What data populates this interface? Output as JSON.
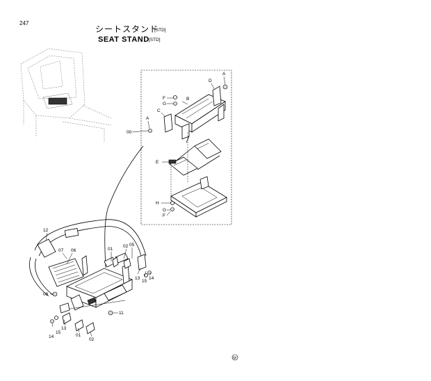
{
  "page_number": "247",
  "title_jp": "シートスタンド",
  "title_en": "SEAT STAND",
  "std_tag": "[STD]",
  "footer_mark": "M",
  "callouts": {
    "A": "A",
    "B": "B",
    "C": "C",
    "D": "D",
    "E": "E",
    "F": "F",
    "G": "G",
    "H": "H",
    "n00": "00",
    "n01": "01",
    "n02": "02",
    "n05": "05",
    "n06": "06",
    "n07": "07",
    "n08": "08",
    "n11": "11",
    "n12": "12",
    "n13": "13",
    "n14": "14",
    "n15": "15"
  }
}
